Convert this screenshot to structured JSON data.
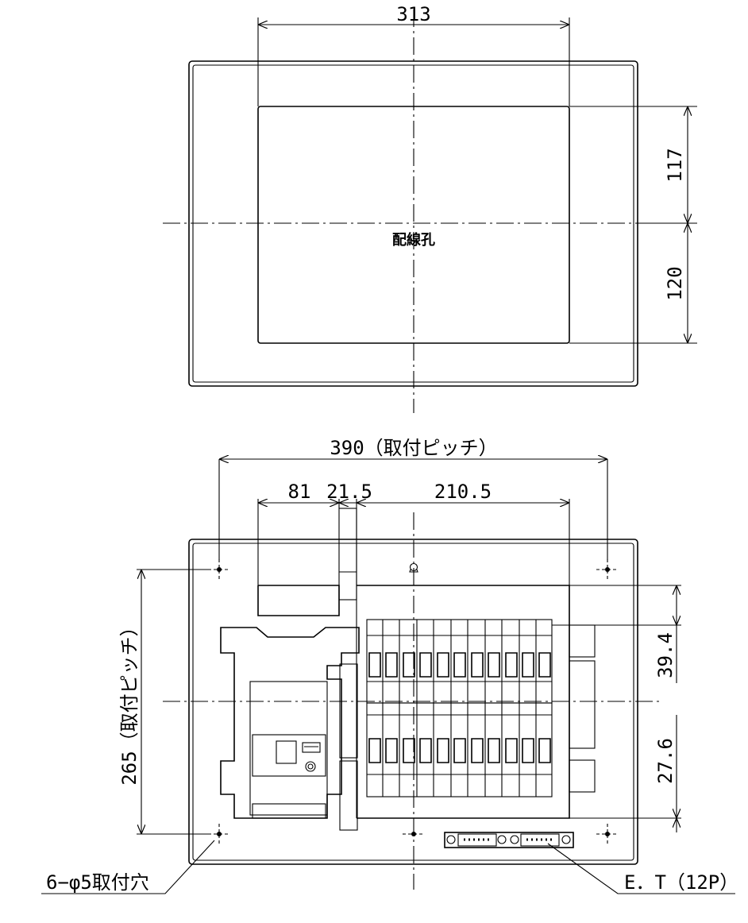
{
  "top_view": {
    "width_dim": "313",
    "upper_dim": "117",
    "lower_dim": "120",
    "hole_label": "配線孔"
  },
  "bottom_view": {
    "pitch_horizontal": "390（取付ピッチ）",
    "pitch_vertical": "265（取付ピッチ）",
    "dim_81": "81",
    "dim_21_5": "21.5",
    "dim_210_5": "210.5",
    "dim_39_4": "39.4",
    "dim_27_6": "27.6",
    "mount_holes_label": "6−φ5取付穴",
    "terminal_label": "E．T（12P）"
  }
}
